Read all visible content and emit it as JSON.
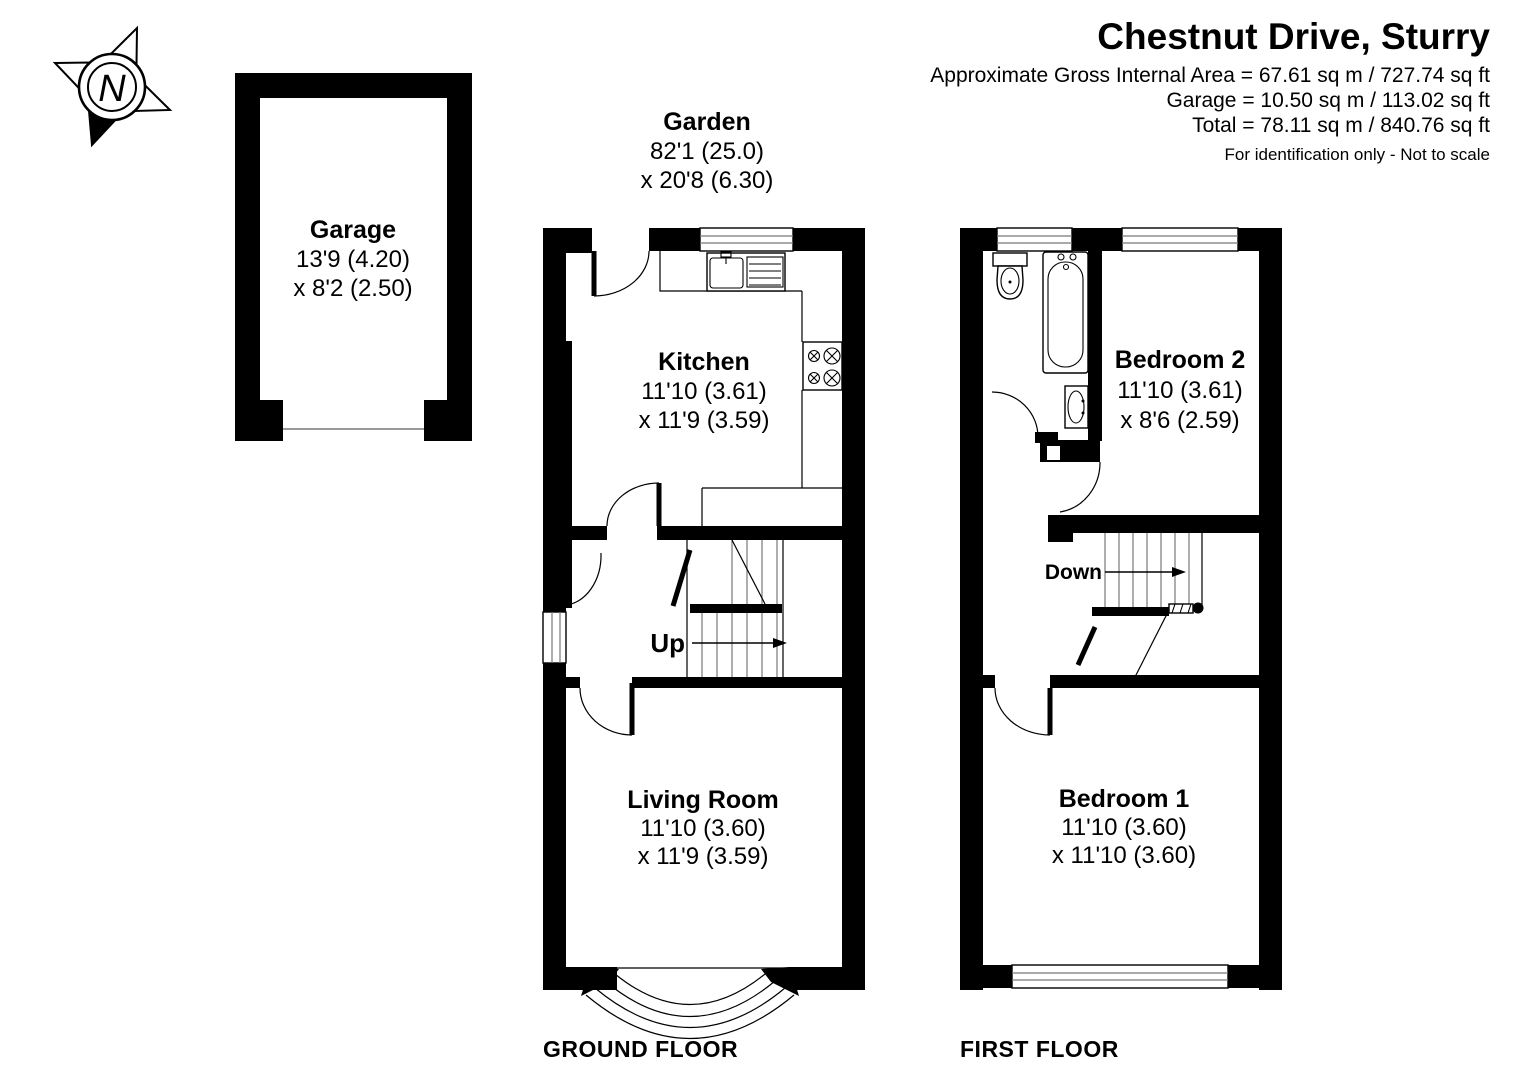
{
  "header": {
    "title": "Chestnut Drive, Sturry",
    "area_line_1": "Approximate Gross Internal Area = 67.61 sq m / 727.74 sq ft",
    "area_line_2": "Garage = 10.50 sq m / 113.02 sq ft",
    "area_line_3": "Total = 78.11 sq m / 840.76 sq ft",
    "note": "For identification only - Not to scale"
  },
  "compass": {
    "north_label": "N"
  },
  "garage": {
    "name": "Garage",
    "dim_line_1": "13'9 (4.20)",
    "dim_line_2": "x 8'2 (2.50)"
  },
  "garden": {
    "name": "Garden",
    "dim_line_1": "82'1 (25.0)",
    "dim_line_2": "x 20'8 (6.30)"
  },
  "ground_floor": {
    "caption": "GROUND FLOOR",
    "stairs_label": "Up",
    "kitchen": {
      "name": "Kitchen",
      "dim_line_1": "11'10 (3.61)",
      "dim_line_2": "x 11'9 (3.59)"
    },
    "living_room": {
      "name": "Living Room",
      "dim_line_1": "11'10 (3.60)",
      "dim_line_2": "x 11'9 (3.59)"
    }
  },
  "first_floor": {
    "caption": "FIRST FLOOR",
    "stairs_label": "Down",
    "bedroom_2": {
      "name": "Bedroom 2",
      "dim_line_1": "11'10 (3.61)",
      "dim_line_2": "x 8'6 (2.59)"
    },
    "bedroom_1": {
      "name": "Bedroom 1",
      "dim_line_1": "11'10 (3.60)",
      "dim_line_2": "x 11'10 (3.60)"
    }
  },
  "colors": {
    "wall": "#000000",
    "detail_line": "#777777",
    "background": "#ffffff"
  }
}
